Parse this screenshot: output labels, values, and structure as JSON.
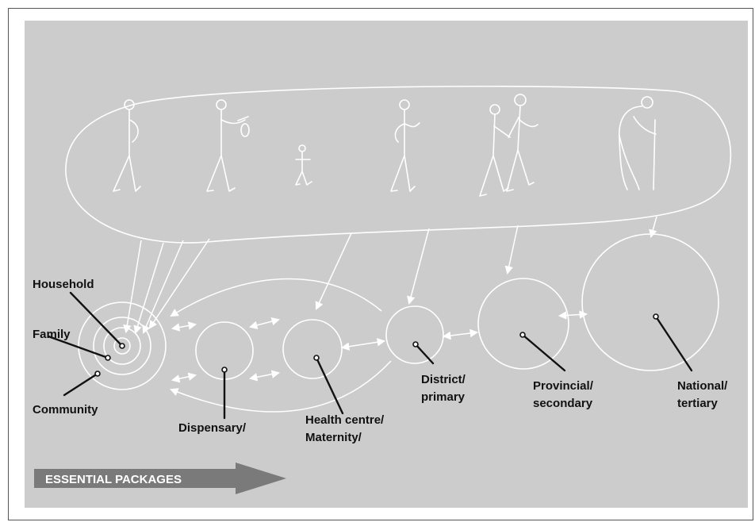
{
  "colors": {
    "panel_background": "#cccccc",
    "line": "#ffffff",
    "pointer": "#111111",
    "essential_arrow": "#7a7a7a"
  },
  "labels": {
    "household": "Household",
    "family": "Family",
    "community": "Community",
    "dispensary": "Dispensary/",
    "health_centre_line1": "Health centre/",
    "health_centre_line2": "Maternity/",
    "district_line1": "District/",
    "district_line2": "primary",
    "provincial_line1": "Provincial/",
    "provincial_line2": "secondary",
    "national_line1": "National/",
    "national_line2": "tertiary"
  },
  "essential_packages": "ESSENTIAL PACKAGES",
  "figures": [
    {
      "name": "adult-hand-on-hip-figure-icon"
    },
    {
      "name": "adult-eating-figure-icon"
    },
    {
      "name": "child-figure-icon"
    },
    {
      "name": "adult-waving-figure-icon"
    },
    {
      "name": "pair-walking-figures-icon"
    },
    {
      "name": "elderly-with-cane-figure-icon"
    }
  ]
}
